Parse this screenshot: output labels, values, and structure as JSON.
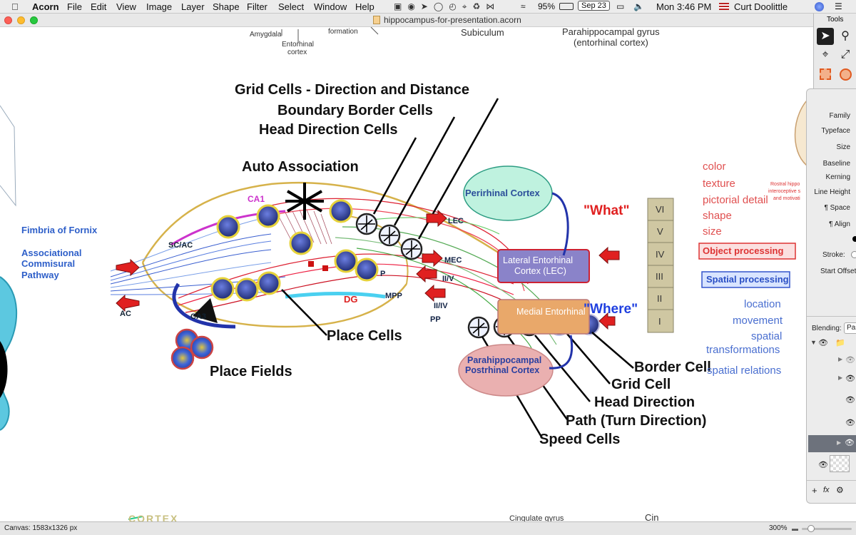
{
  "menubar": {
    "app": "Acorn",
    "items": [
      "File",
      "Edit",
      "View",
      "Image",
      "Layer",
      "Shape",
      "Filter",
      "Select",
      "Window",
      "Help"
    ],
    "battery": "95%",
    "date": "Sep 23",
    "clock": "Mon 3:46 PM",
    "user": "Curt Doolittle"
  },
  "window": {
    "title": "hippocampus-for-presentation.acorn"
  },
  "diagram": {
    "top": {
      "amygdala": "Amygdala",
      "entorhinal": "Entorhinal",
      "cortex": "cortex",
      "formation": "formation",
      "subiculum": "Subiculum",
      "parahippo": "Parahippocampal gyrus",
      "parahippo2": "(entorhinal cortex)"
    },
    "headings": {
      "grid": "Grid Cells - Direction and Distance",
      "boundary": "Boundary Border Cells",
      "head": "Head Direction Cells",
      "auto": "Auto Association",
      "place": "Place Cells",
      "fields": "Place Fields",
      "border": "Border Cell",
      "gridcell": "Grid Cell",
      "headdir": "Head Direction",
      "path": "Path (Turn Direction)",
      "speed": "Speed Cells"
    },
    "left": {
      "fimbria": "Fimbria of Fornix",
      "assoc1": "Associational",
      "assoc2": "Commisural",
      "assoc3": "Pathway",
      "ac": "AC",
      "scac": "SC/AC"
    },
    "small": {
      "ca1": "CA1",
      "dg": "DG",
      "ca3": "CA3",
      "lec": "LEC",
      "mec": "MEC",
      "iiv": "II/V",
      "mpp": "MPP",
      "iiiv": "II/IV",
      "pp": "PP",
      "p": "P"
    },
    "regions": {
      "perirhinal": "Perirhinal Cortex",
      "lec1": "Lateral Entorhinal",
      "lec2": "Cortex (LEC)",
      "mec": "Medial Entorhinal",
      "post1": "Parahippocampal",
      "post2": "Postrhinal Cortex"
    },
    "what": "\"What\"",
    "where": "\"Where\"",
    "layers": [
      "VI",
      "V",
      "IV",
      "III",
      "II",
      "I"
    ],
    "right": {
      "what_list": [
        "color",
        "texture",
        "pictorial detail",
        "shape",
        "size"
      ],
      "object": "Object processing",
      "spatial": "Spatial processing",
      "where_list": [
        "location",
        "movement",
        "spatial",
        "transformations",
        "spatial relations"
      ],
      "tiny1": "Rostral hippo",
      "tiny2": "interoceptive s",
      "tiny3": "and motivati"
    },
    "bottom": {
      "cortex": "CORTEX",
      "cingulate": "Cingulate gyrus",
      "cin": "Cin"
    }
  },
  "tools": {
    "title": "Tools"
  },
  "inspector": {
    "family": "Family",
    "typeface": "Typeface",
    "size": "Size",
    "baseline": "Baseline",
    "kerning": "Kerning",
    "lineheight": "Line Height",
    "space": "¶ Space",
    "align": "¶ Align",
    "stroke": "Stroke:",
    "startoffset": "Start Offset",
    "blending": "Blending:",
    "blending_value": "Pas"
  },
  "status": {
    "canvas": "Canvas: 1583x1326 px",
    "zoom": "300%"
  },
  "colors": {
    "accent": "#2e5fc9",
    "red": "#e02020",
    "gold": "#d6b24a"
  }
}
